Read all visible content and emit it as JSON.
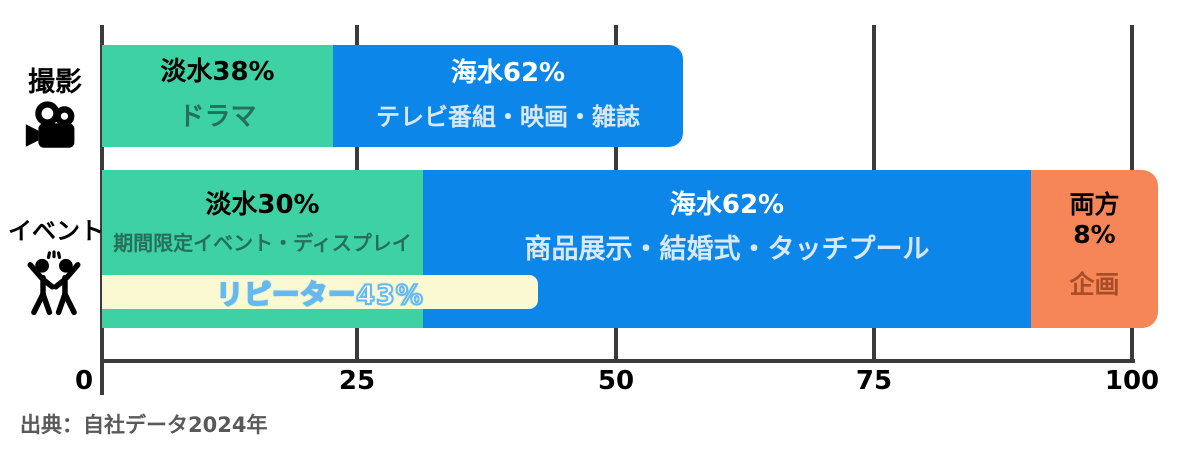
{
  "chart_data": {
    "type": "bar",
    "orientation": "horizontal-stacked",
    "categories": [
      "撮影",
      "イベント"
    ],
    "series": [
      {
        "name": "淡水",
        "values": [
          38,
          30
        ],
        "color": "#3ed1a4"
      },
      {
        "name": "海水",
        "values": [
          62,
          62
        ],
        "color": "#0c87e9"
      },
      {
        "name": "両方",
        "values": [
          0,
          8
        ],
        "color": "#f68657"
      }
    ],
    "annotations": [
      {
        "row": "イベント",
        "label": "リピーター43%",
        "value": 43,
        "band_color": "#fbf9d2"
      }
    ],
    "xticks": [
      0,
      25,
      50,
      75,
      100
    ],
    "xlim": [
      0,
      100
    ],
    "grid": true,
    "title": "",
    "xlabel": "",
    "ylabel": "",
    "source": "出典：自社データ2024年"
  },
  "rows": [
    {
      "label": "撮影",
      "icon": "movie-camera-icon",
      "segments": [
        {
          "title": "淡水38%",
          "subtitle": "ドラマ"
        },
        {
          "title": "海水62%",
          "subtitle": "テレビ番組・映画・雑誌"
        }
      ]
    },
    {
      "label": "イベント",
      "icon": "celebrating-people-icon",
      "segments": [
        {
          "title": "淡水30%",
          "subtitle": "期間限定イベント・ディスプレイ"
        },
        {
          "title": "海水62%",
          "subtitle": "商品展示・結婚式・タッチプール"
        },
        {
          "title_line1": "両方",
          "title_line2": "8%",
          "subtitle": "企画"
        }
      ],
      "overlay_label": "リピーター43%"
    }
  ],
  "axis": {
    "ticks": [
      "0",
      "25",
      "50",
      "75",
      "100"
    ]
  },
  "source_text": "出典：自社データ2024年",
  "colors": {
    "freshwater_green": "#3ed1a4",
    "seawater_blue": "#0c87e9",
    "both_orange": "#f68657",
    "repeater_band_cream": "#fbf9d2",
    "repeater_text_blue": "#66b9ee",
    "green_subtitle_text": "#26705a",
    "blue_subtitle_text": "#d9e8f7",
    "orange_subtitle_text": "#a84e26",
    "grid_dark": "#3b3b3b",
    "source_gray": "#595959"
  }
}
